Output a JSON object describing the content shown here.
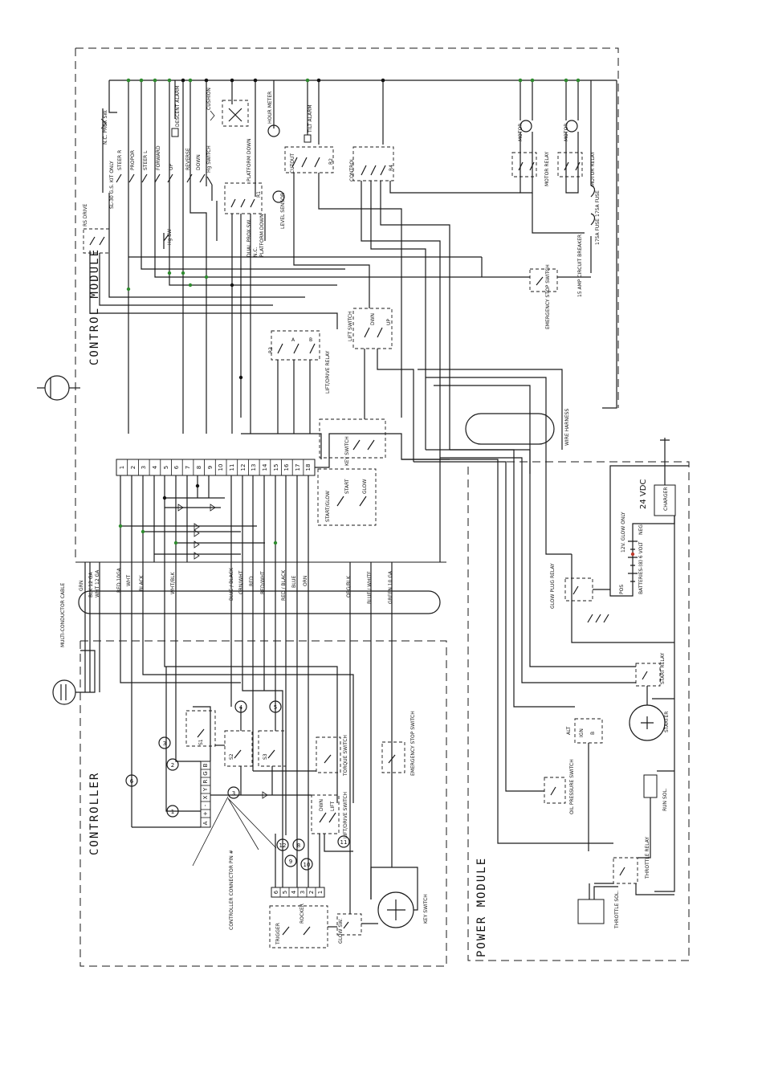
{
  "modules": {
    "control": "CONTROL MODULE",
    "controller": "CONTROLLER",
    "power": "POWER MODULE"
  },
  "top_labels": {
    "kit_only": "SL-30 G.S. KIT ONLY",
    "nc_prox": "N.C. PROX SW.",
    "steer_r": "STEER R",
    "propor": "PROPOR",
    "steer_l": "STEER L",
    "forward": "FORWARD",
    "up": "UP",
    "descent_alarm": "DESCENT ALARM",
    "reverse": "REVERSE",
    "down": "DOWN",
    "hg_switch": "Hg SWITCH",
    "cushion": "CUSHION",
    "hour_meter": "HOUR METER",
    "tilt_alarm": "TILT ALARM",
    "cutout": "CUTOUT",
    "r2": "R2",
    "control": "CONTROL",
    "r4": "R4",
    "motor_1": "MOTOR",
    "motor_2": "MOTOR",
    "motor_relay_1": "MOTOR RELAY",
    "motor_relay_2": "MOTOR RELAY",
    "rs_drive": "RS DRIVE",
    "hg_sw": "Hg SW",
    "platform_down_1": "PLATFORM DOWN",
    "r1": "R1",
    "level_sensor": "LEVEL SENSOR",
    "dual_prox": "DUAL PROX SW.",
    "nc": "N.C.",
    "platform_down_2": "PLATFORM DOWN",
    "fuse_1": "175A FUSE",
    "fuse_2": "175A FUSE",
    "breaker": "15 AMP CIRCUIT BREAKER",
    "emergency_stop": "EMERGENCY STOP SWITCH",
    "r3": "R3",
    "a": "A",
    "b": "B",
    "lift_drive_relay": "LIFT/DRIVE RELAY",
    "lift_switch": "LIFT SWITCH",
    "dwn": "DWN",
    "up_small": "UP",
    "wire_harness": "WIRE HARNESS",
    "key_switch": "KEY SWITCH",
    "start_glow": "START/GLOW",
    "start": "START",
    "glow": "GLOW"
  },
  "terminal_strip": [
    "1",
    "2",
    "3",
    "4",
    "5",
    "6",
    "7",
    "8",
    "9",
    "10",
    "11",
    "12",
    "13",
    "14",
    "15",
    "16",
    "17",
    "18"
  ],
  "wire_colors": {
    "grn": "GRN",
    "blk_12": "BLK 12 GA",
    "wht_12": "WHT 12 GA",
    "red_10": "RED 10GA",
    "wht": "WHT",
    "black": "BLACK",
    "wht_blk": "WHT/BLK",
    "blue_black": "BLUE / BLACK",
    "grn_wht": "GRN/WHT",
    "red": "RED",
    "red_wht": "RED/WHT",
    "red_black": "RED / BLACK",
    "blue": "BLUE",
    "orn": "ORN",
    "org_blk": "ORG/BLK",
    "blue_white": "BLUE / WHITE",
    "green_10": "GREEN 10 GA"
  },
  "cable_label": "MULTI-CONDUCTOR CABLE",
  "power_labels": {
    "charger": "CHARGER",
    "vdc": "24 VDC",
    "glow_only": "12V. GLOW ONLY",
    "neg": "NEG",
    "batteries": "BATTERIES-(8) 6 VOLT",
    "pos": "POS",
    "glow_plug_relay": "GLOW PLUG RELAY",
    "start_relay": "START RELAY",
    "starter": "STARTER",
    "alt": "ALT",
    "ign": "IGN",
    "b": "B",
    "run_sol": "RUN SOL.",
    "oil_pressure": "OIL PRESSURE SWITCH",
    "throttle_relay": "THROTTLE RELAY",
    "throttle_sol": "THROTTLE SOL."
  },
  "controller_labels": {
    "s1": "S1",
    "s2": "S2",
    "s3": "S3",
    "torque_switch": "TORQUE SWITCH",
    "emergency_stop": "EMERGENCY STOP SWITCH",
    "lift_drive_switch": "LIFT/DRIVE SWITCH",
    "dwn": "DWN",
    "lift": "LIFT",
    "connector_pin": "CONTROLLER CONNECTOR PIN #",
    "glow_sw": "GLOW SW.",
    "key_switch": "KEY SWITCH",
    "trigger": "TRIGGER",
    "rocker": "ROCKER",
    "pin_strip_v": [
      "A",
      "+",
      "-",
      "X",
      "Y",
      "R",
      "G",
      "B"
    ],
    "pin_strip_h": [
      "6",
      "5",
      "4",
      "3",
      "2",
      "1"
    ]
  },
  "circle_numbers": [
    "1",
    "2",
    "3",
    "4",
    "5",
    "6",
    "8",
    "9",
    "10",
    "11",
    "12"
  ]
}
